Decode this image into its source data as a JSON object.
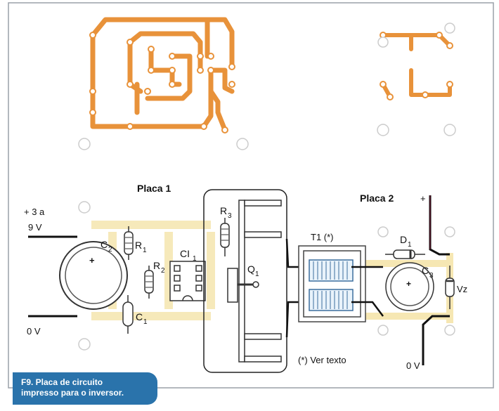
{
  "labels": {
    "placa1": "Placa 1",
    "placa2": "Placa 2",
    "supply_top_line1": "+ 3 a",
    "supply_top_line2": "9 V",
    "supply_bottom": "0 V",
    "c2": "C",
    "c2_sub": "2",
    "r1": "R",
    "r1_sub": "1",
    "r2": "R",
    "r2_sub": "2",
    "ci1": "CI",
    "ci1_sub": "1",
    "c1": "C",
    "c1_sub": "1",
    "r3": "R",
    "r3_sub": "3",
    "q1": "Q",
    "q1_sub": "1",
    "t1": "T1 (*)",
    "ver_texto": "(*) Ver texto",
    "d1": "D",
    "d1_sub": "1",
    "c3": "C",
    "c3_sub": "3",
    "vz": "Vz",
    "plus_right": "+",
    "zero_right": "0 V",
    "plus_sign_c2": "+",
    "plus_sign_c3": "+"
  },
  "caption": {
    "line1": "F9. Placa de circuito",
    "line2": "impresso para o inversor."
  },
  "colors": {
    "copper": "#e8923a",
    "copper_faint": "#f6e7b3",
    "outline": "#222222",
    "caption_bg": "#2a73ab"
  }
}
